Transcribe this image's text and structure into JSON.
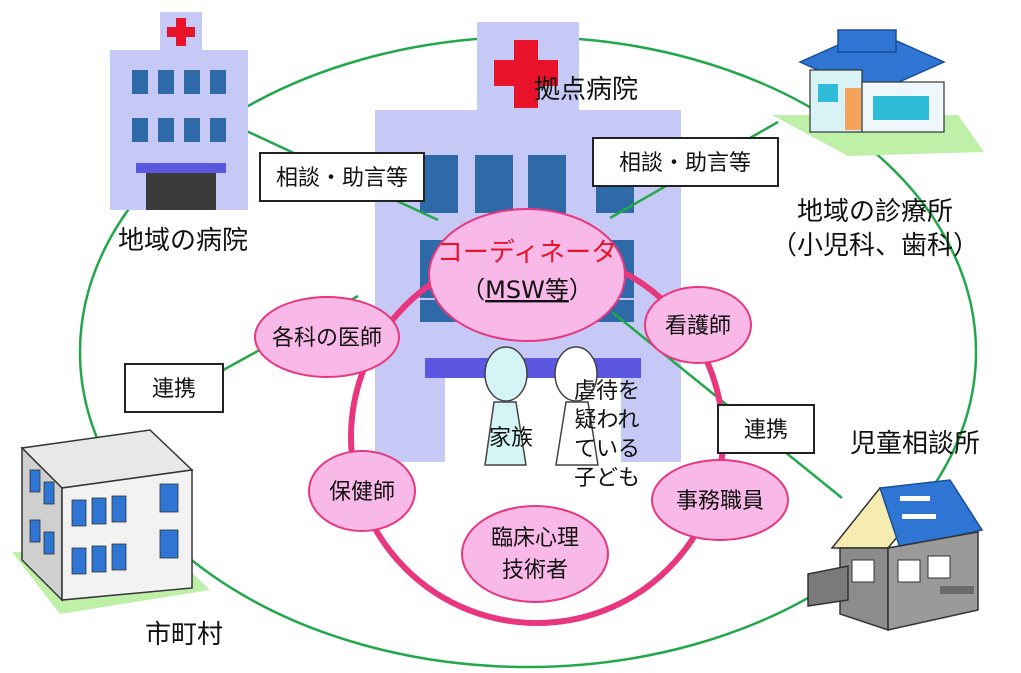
{
  "hub": {
    "name": "拠点病院",
    "coordinator_line1": "コーディネータ",
    "coordinator_line2_open": "（",
    "coordinator_line2_main": "MSW等",
    "coordinator_line2_close": "）"
  },
  "team": {
    "doctor": "各科の医師",
    "nurse": "看護師",
    "public_health_nurse": "保健師",
    "clerical_staff": "事務職員",
    "psychologist_line1": "臨床心理",
    "psychologist_line2": "技術者"
  },
  "center": {
    "family": "家族",
    "child_lines": [
      "虐待を",
      "疑われ",
      "ている",
      "子ども"
    ]
  },
  "partners": {
    "local_hospital": "地域の病院",
    "clinic_line1": "地域の診療所",
    "clinic_line2": "（小児科、歯科）",
    "municipality": "市町村",
    "child_guidance_center": "児童相談所"
  },
  "links": {
    "consult_left": "相談・助言等",
    "consult_right": "相談・助言等",
    "cooperation_left": "連携",
    "cooperation_right": "連携"
  },
  "colors": {
    "outer_ring": "#22a84a",
    "inner_ring": "#e8377f",
    "bubble_fill": "#f9b9e8",
    "coordinator_text": "#e8132b",
    "hub_building": "#c6c9f5",
    "hub_window": "#2e69a8",
    "red_cross": "#e8132b",
    "person_fill": "#d5f4f5"
  }
}
